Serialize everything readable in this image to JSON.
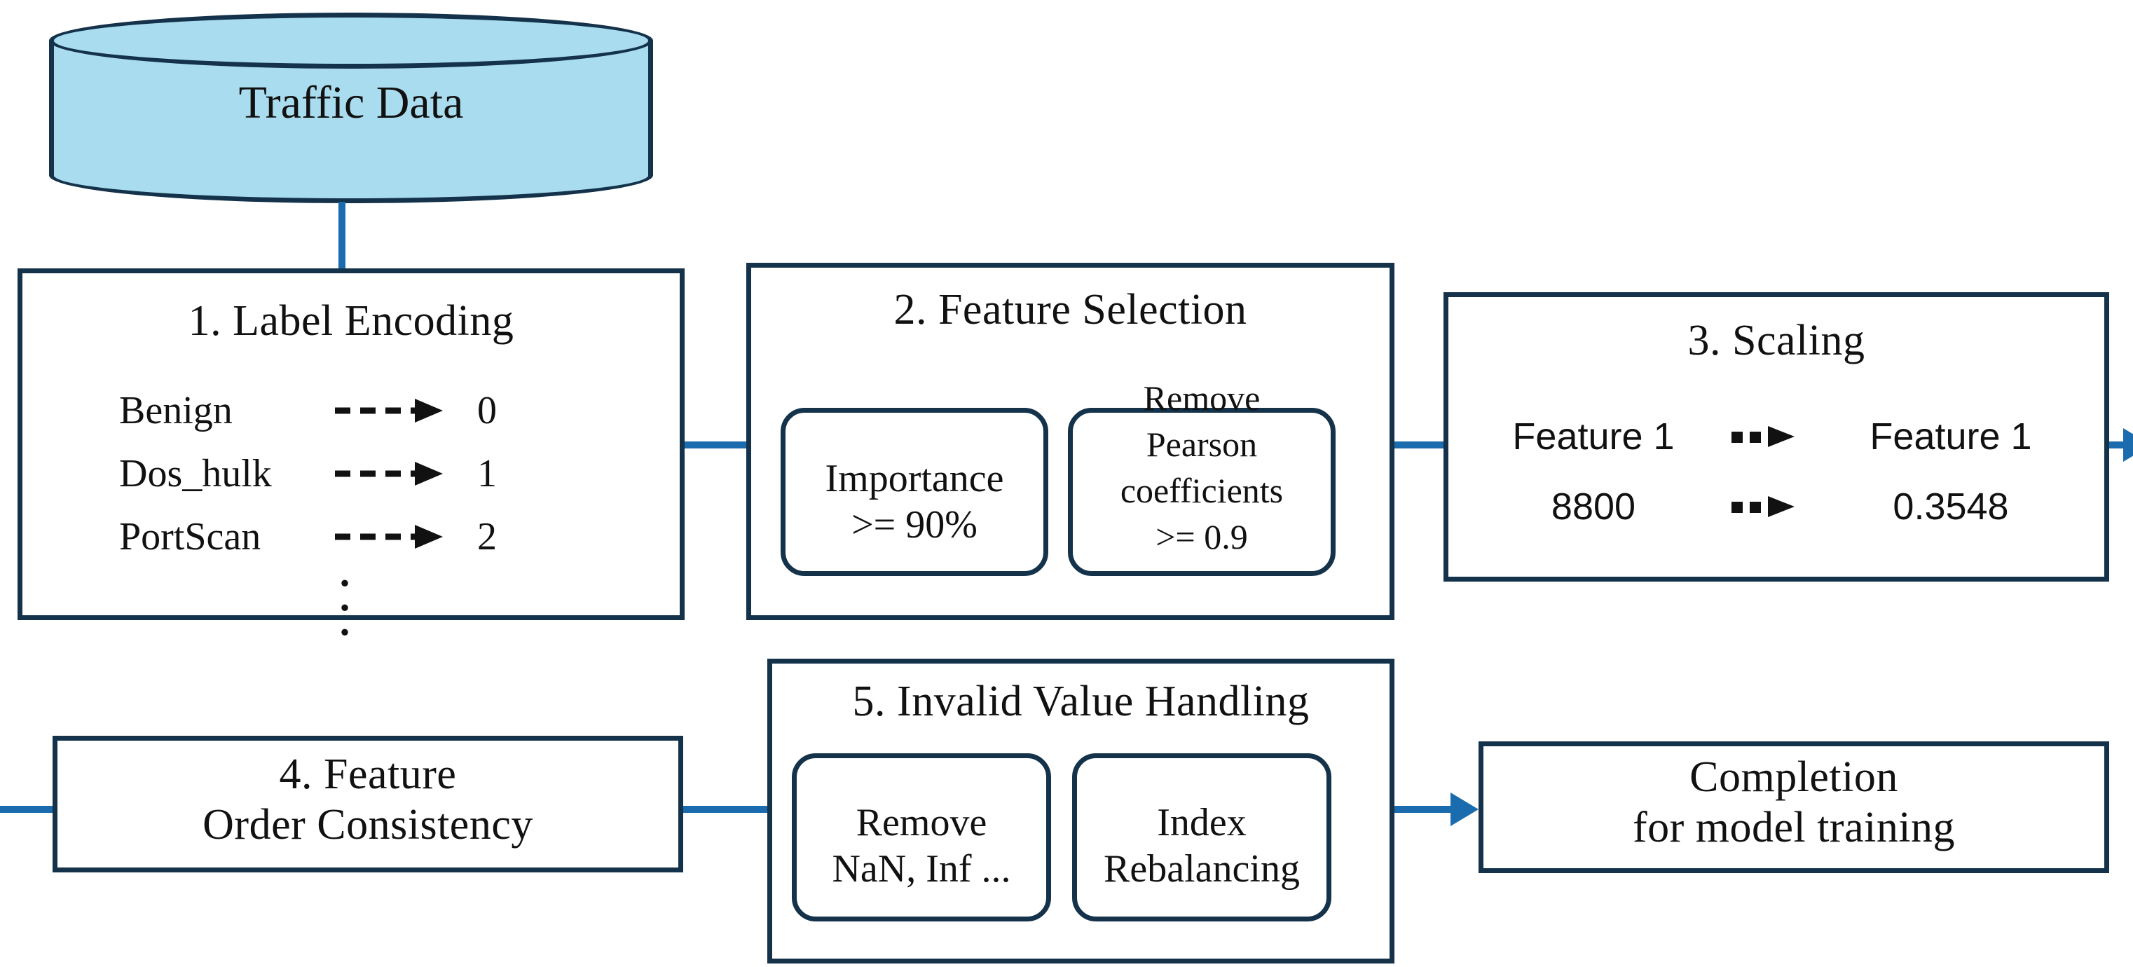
{
  "diagram": {
    "title": "Data preprocessing pipeline",
    "colors": {
      "cylinder_fill": "#a8dcee",
      "box_border": "#14324a",
      "connector": "#1b6cae",
      "text": "#111111",
      "background": "#ffffff"
    }
  },
  "source": {
    "label": "Traffic Data",
    "shape": "cylinder"
  },
  "steps": {
    "step1": {
      "title": "1. Label Encoding",
      "mappings": [
        {
          "name": "Benign",
          "arrow": "dashed-arrow-right",
          "value": "0"
        },
        {
          "name": "Dos_hulk",
          "arrow": "dashed-arrow-right",
          "value": "1"
        },
        {
          "name": "PortScan",
          "arrow": "dashed-arrow-right",
          "value": "2"
        }
      ],
      "continuation": "vertical-ellipsis"
    },
    "step2": {
      "title": "2. Feature Selection",
      "subboxes": [
        {
          "lines": [
            "Importance",
            ">= 90%"
          ]
        },
        {
          "lines": [
            "Remove",
            "Pearson",
            "coefficients",
            ">= 0.9"
          ]
        }
      ]
    },
    "step3": {
      "title": "3. Scaling",
      "rows": [
        {
          "left": "Feature 1",
          "arrow": "dotted-arrow-right",
          "right": "Feature 1"
        },
        {
          "left": "8800",
          "arrow": "dotted-arrow-right",
          "right": "0.3548"
        }
      ]
    },
    "step4": {
      "title_lines": [
        "4. Feature",
        "Order Consistency"
      ]
    },
    "step5": {
      "title": "5. Invalid Value Handling",
      "subboxes": [
        {
          "lines": [
            "Remove",
            "NaN, Inf ..."
          ]
        },
        {
          "lines": [
            "Index",
            "Rebalancing"
          ]
        }
      ]
    },
    "completion": {
      "lines": [
        "Completion",
        "for model training"
      ]
    }
  },
  "connectors": [
    {
      "from": "Traffic Data",
      "to": "1. Label Encoding",
      "arrowhead": false,
      "orientation": "vertical"
    },
    {
      "from": "1. Label Encoding",
      "to": "2. Feature Selection",
      "arrowhead": false,
      "orientation": "horizontal"
    },
    {
      "from": "2. Feature Selection",
      "to": "3. Scaling",
      "arrowhead": false,
      "orientation": "horizontal"
    },
    {
      "from": "3. Scaling",
      "to": "offscreen-right",
      "arrowhead": true,
      "orientation": "horizontal"
    },
    {
      "from": "offscreen-left",
      "to": "4. Feature Order Consistency",
      "arrowhead": false,
      "orientation": "horizontal"
    },
    {
      "from": "4. Feature Order Consistency",
      "to": "5. Invalid Value Handling",
      "arrowhead": false,
      "orientation": "horizontal"
    },
    {
      "from": "5. Invalid Value Handling",
      "to": "Completion for model training",
      "arrowhead": true,
      "orientation": "horizontal"
    }
  ]
}
